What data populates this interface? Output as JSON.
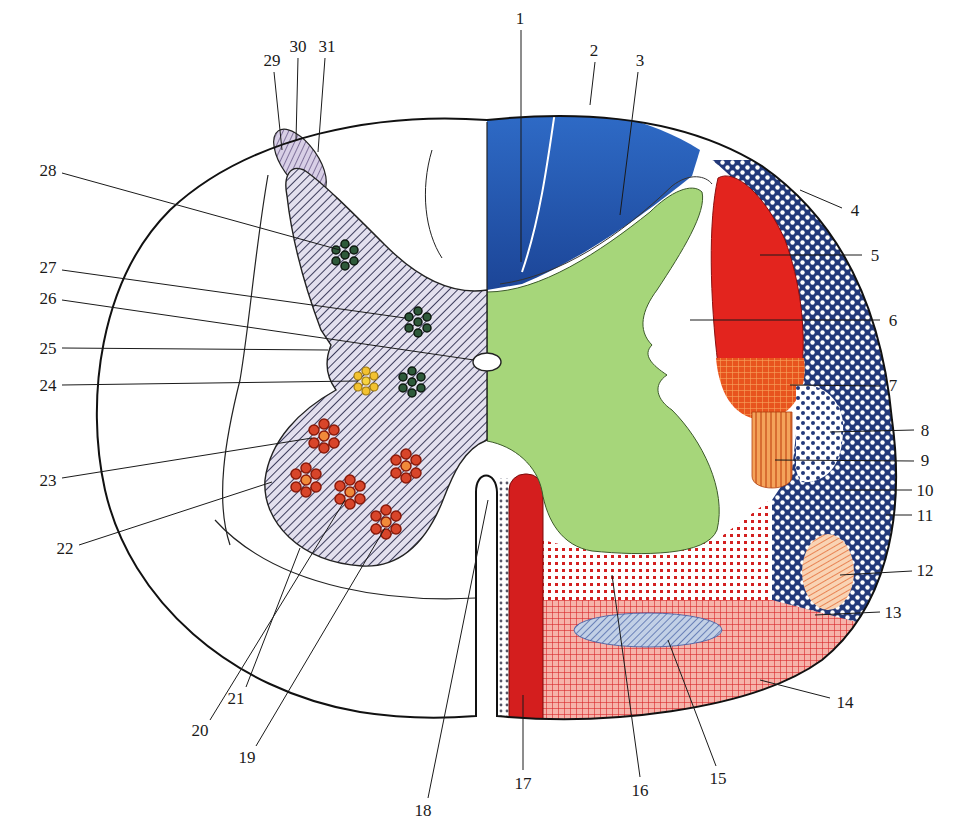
{
  "diagram": {
    "labels": [
      "1",
      "2",
      "3",
      "4",
      "5",
      "6",
      "7",
      "8",
      "9",
      "10",
      "11",
      "12",
      "13",
      "14",
      "15",
      "16",
      "17",
      "18",
      "19",
      "20",
      "21",
      "22",
      "23",
      "24",
      "25",
      "26",
      "27",
      "28",
      "29",
      "30",
      "31"
    ]
  }
}
